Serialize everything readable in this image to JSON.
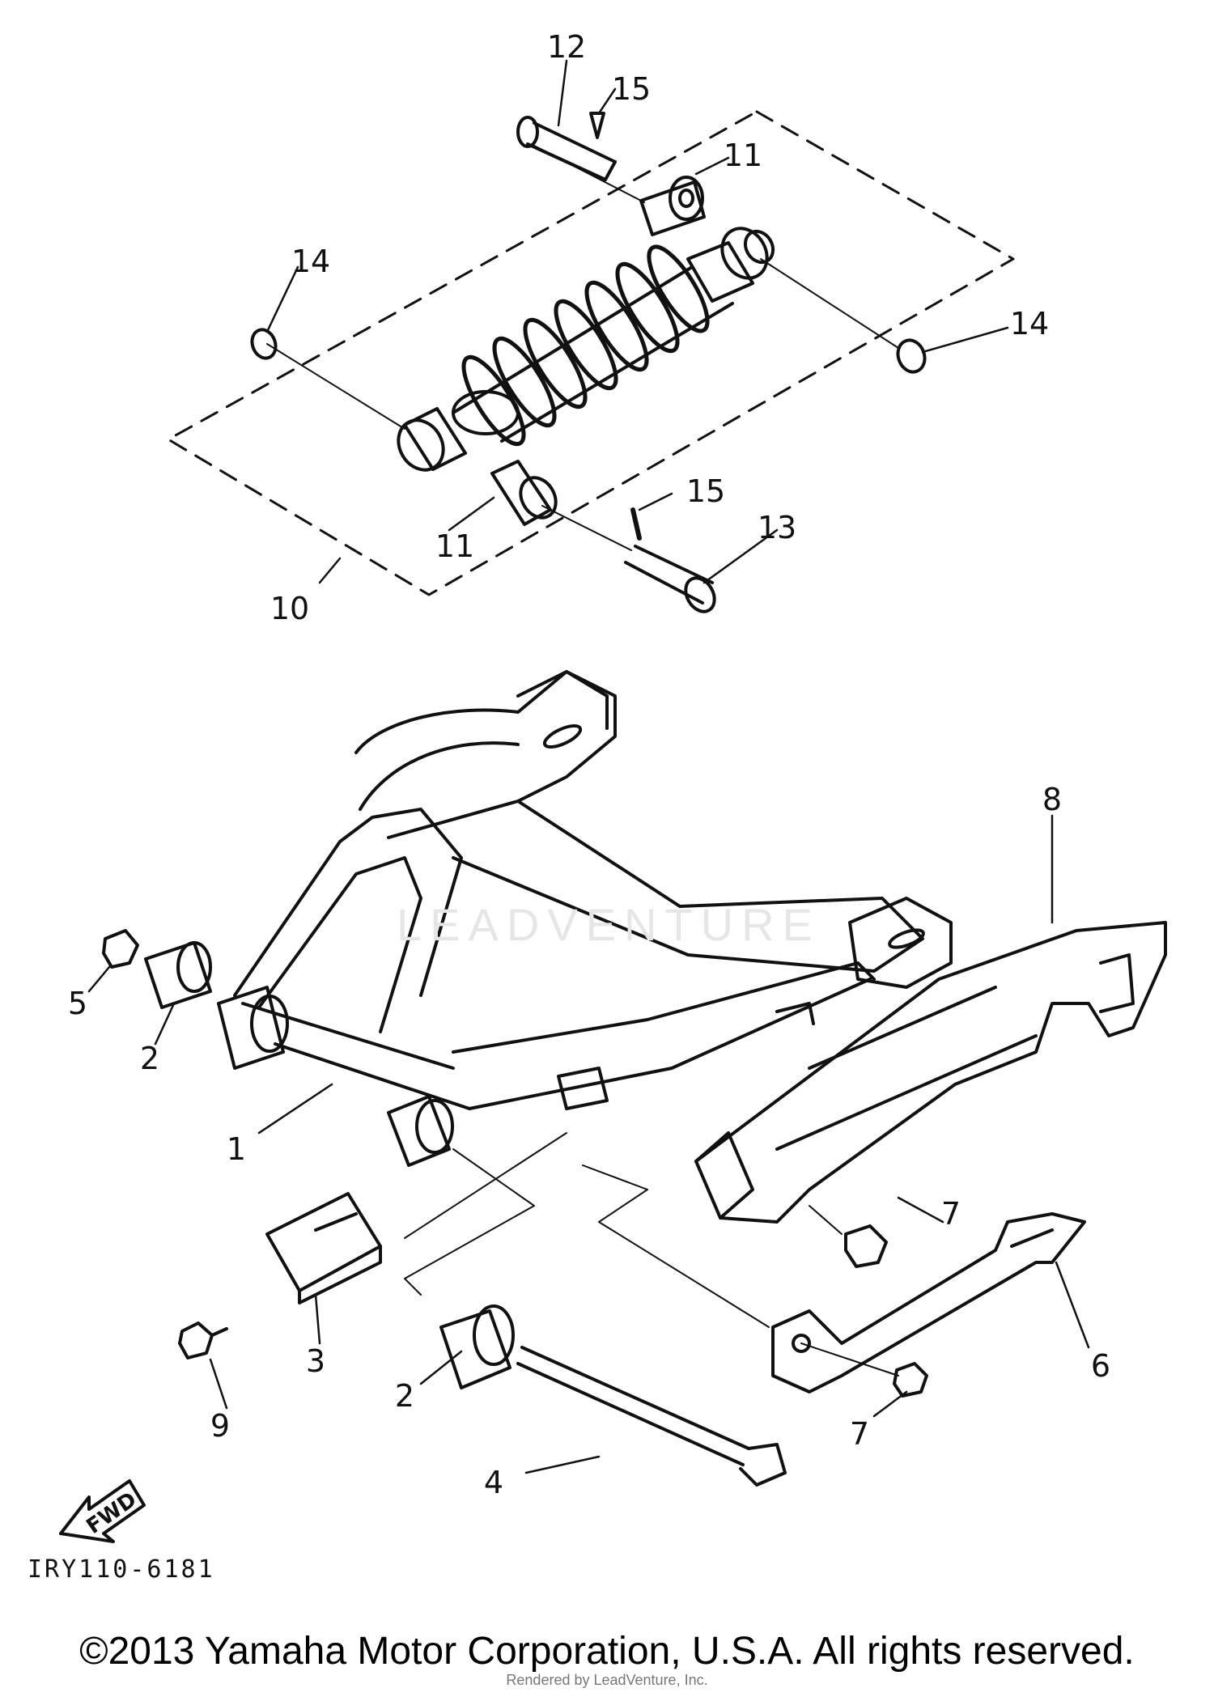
{
  "diagram": {
    "code": "IRY110-6181",
    "watermark": "LEADVENTURE",
    "fwd_label": "FWD",
    "copyright": "©2013 Yamaha Motor Corporation, U.S.A. All rights reserved.",
    "rendered_by": "Rendered by LeadVenture, Inc.",
    "callouts": [
      "12",
      "15",
      "11",
      "14",
      "14",
      "15",
      "11",
      "13",
      "10",
      "8",
      "5",
      "2",
      "1",
      "7",
      "3",
      "9",
      "2",
      "7",
      "6",
      "4"
    ]
  }
}
